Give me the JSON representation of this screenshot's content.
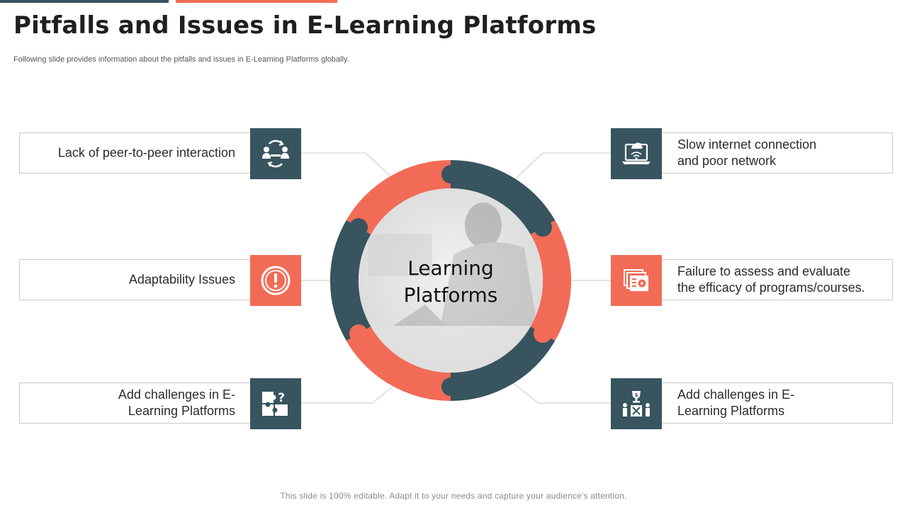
{
  "header": {
    "title": "Pitfalls and Issues in E-Learning Platforms",
    "subtitle": "Following slide provides information about the pitfalls and issues in E-Learning Platforms globally."
  },
  "center": {
    "label_line1": "Learning",
    "label_line2": "Platforms"
  },
  "items": {
    "left_top": {
      "line1": "Lack of peer-to-peer interaction",
      "line2": "",
      "icon": "people-exchange-icon"
    },
    "left_mid": {
      "line1": "Adaptability Issues",
      "line2": "",
      "icon": "exclamation-circle-icon"
    },
    "left_bottom": {
      "line1": "Add challenges in E-",
      "line2": "Learning Platforms",
      "icon": "puzzle-question-icon"
    },
    "right_top": {
      "line1": "Slow internet connection",
      "line2": "and poor network",
      "icon": "laptop-cloud-icon"
    },
    "right_mid": {
      "line1": "Failure to assess and evaluate",
      "line2": "the efficacy of programs/courses.",
      "icon": "video-playlist-icon"
    },
    "right_bottom": {
      "line1": "Add challenges in E-",
      "line2": "Learning Platforms",
      "icon": "trophy-competition-icon"
    }
  },
  "footer": {
    "text": "This slide is 100% editable. Adapt it to your needs and capture your audience's attention."
  },
  "colors": {
    "dark": "#37545f",
    "coral": "#f26b56",
    "border": "#c9c9c9"
  }
}
